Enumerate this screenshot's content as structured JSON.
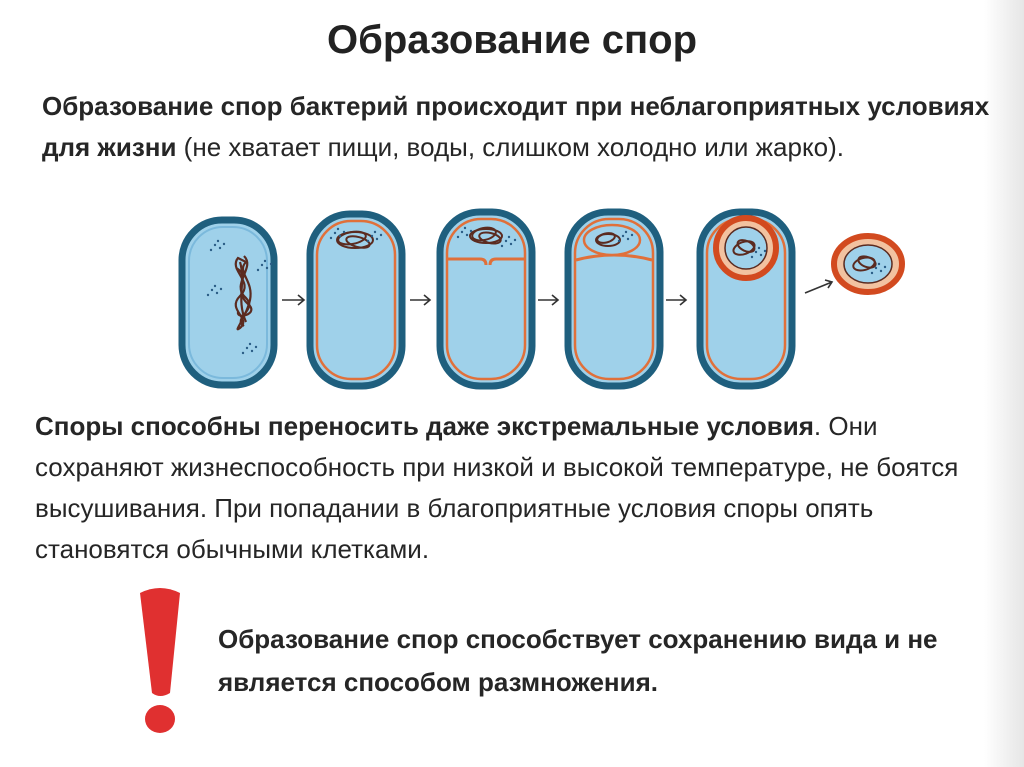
{
  "title": "Образование спор",
  "intro": {
    "bold": "Образование спор бактерий происходит при неблагоприятных условиях для жизни",
    "normal": " (не хватает пищи, воды, слишком холодно или жарко)."
  },
  "spores_text": {
    "bold": "Споры способны переносить даже экстремальные условия",
    "normal": ". Они сохраняют жизнеспособность при низкой и высокой температуре, не боятся высушивания. При попадании в благоприятные условия споры опять становятся обычными клетками."
  },
  "note": "Образование спор способствует сохранению вида и не является способом размножения.",
  "colors": {
    "cell_fill": "#9fd1ea",
    "cell_outline": "#1f5f7e",
    "membrane": "#e0703a",
    "dna": "#5b2b20",
    "spore_coat": "#d24a1f",
    "exclamation": "#e03030"
  },
  "icons": [
    "arrow-icon",
    "exclamation-icon"
  ]
}
